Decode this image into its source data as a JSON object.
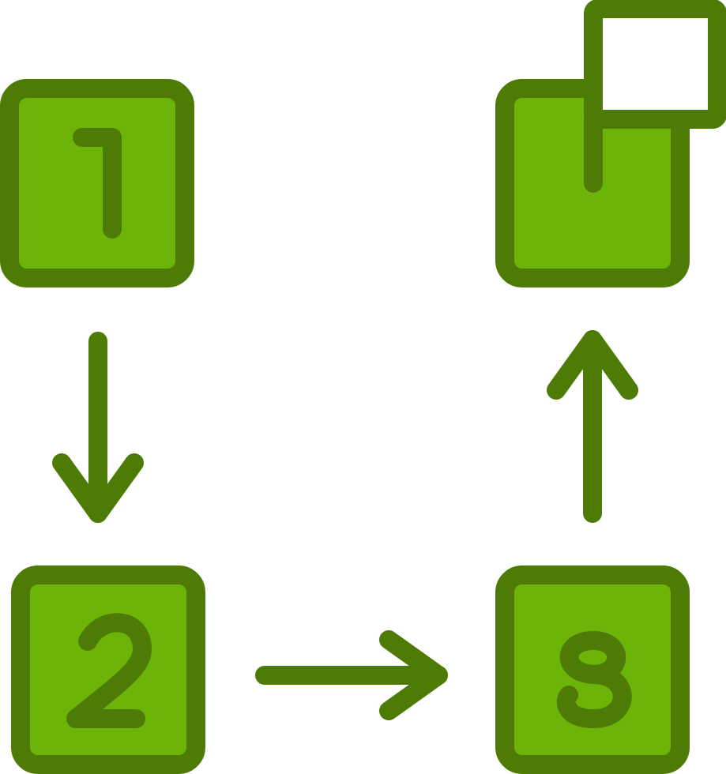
{
  "diagram": {
    "colors": {
      "fill": "#6cb508",
      "stroke": "#4d7b06",
      "blank_fill": "#ffffff",
      "background": "#ffffff"
    },
    "steps": [
      {
        "label": "1",
        "icon": "digit-one-icon"
      },
      {
        "label": "2",
        "icon": "digit-two-icon"
      },
      {
        "label": "3",
        "icon": "digit-three-icon"
      }
    ],
    "result": {
      "icon": "overlapping-squares-icon"
    },
    "arrows": [
      {
        "direction": "down",
        "icon": "arrow-down-icon"
      },
      {
        "direction": "right",
        "icon": "arrow-right-icon"
      },
      {
        "direction": "up",
        "icon": "arrow-up-icon"
      }
    ]
  }
}
